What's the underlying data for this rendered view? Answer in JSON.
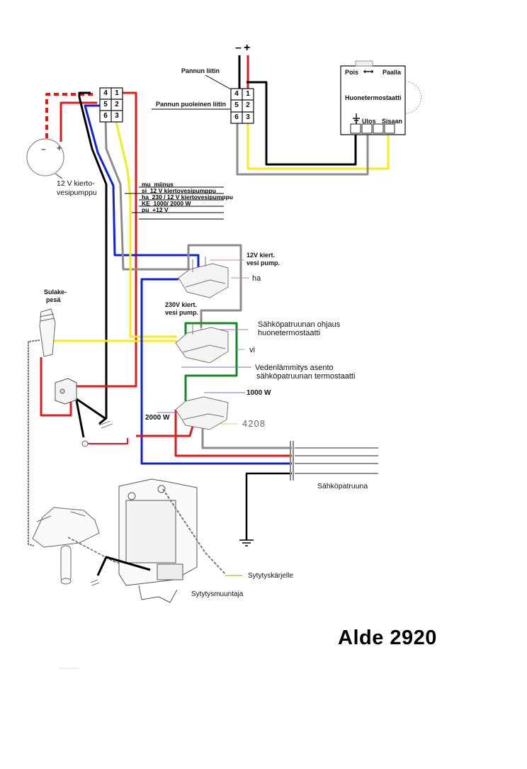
{
  "title": "Alde 2920",
  "top_power": {
    "minus": "–",
    "plus": "+"
  },
  "boiler_connector": {
    "label": "Pannun liitin",
    "pins": [
      "4",
      "1",
      "5",
      "2",
      "6",
      "3"
    ]
  },
  "boiler_side_connector": {
    "label": "Pannun puoleinen liitin",
    "pins": [
      "4",
      "1",
      "5",
      "2",
      "6",
      "3"
    ]
  },
  "room_thermostat": {
    "switch_off": "Pois",
    "switch_arrow": "⟷",
    "switch_on": "Paalla",
    "name": "Huonetermostaatti",
    "out": "Ulos",
    "in": "Sisaan"
  },
  "pump": {
    "minus": "–",
    "plus": "+",
    "label_line1": "12 V kierto-",
    "label_line2": "vesipumppu"
  },
  "wire_legend": [
    {
      "code": "mu",
      "text": "miinus"
    },
    {
      "code": "si",
      "text": "12 V kiertovesipumppu"
    },
    {
      "code": "ha",
      "text": "230 / 12 V kiertovesipumppu"
    },
    {
      "code": "KE",
      "text": "1000/ 2000 W"
    },
    {
      "code": "pu",
      "text": "+12 V"
    }
  ],
  "switch_pump": {
    "label_12v_line1": "12V kiert.",
    "label_12v_line2": "vesi pump.",
    "label_ha": "ha",
    "label_230v_line1": "230V kiert.",
    "label_230v_line2": "vesi pump."
  },
  "switch_heater": {
    "label_control_line1": "Sähköpatruunan ohjaus",
    "label_control_line2": "huonetermostaatti",
    "label_vi": "vi",
    "label_water_line1": "Vedenlämmitys asento",
    "label_water_line2": "sähköpatruunan termostaatti"
  },
  "switch_power": {
    "label_1000": "1000 W",
    "label_2000": "2000 W",
    "part_number": "4208"
  },
  "fuse_holder": {
    "label_line1": "Sulake-",
    "label_line2": "pesä"
  },
  "heating_element": {
    "label": "Sähköpatruuna"
  },
  "ignition": {
    "transformer_label": "Sytytysmuuntaja",
    "electrode_label": "Sytytyskärjelle"
  },
  "wire_colors": {
    "red": "#e01b1b",
    "black": "#000000",
    "blue": "#1020e0",
    "gray": "#8c8c8c",
    "yellow": "#f5ec1c",
    "green": "#138a1f"
  }
}
